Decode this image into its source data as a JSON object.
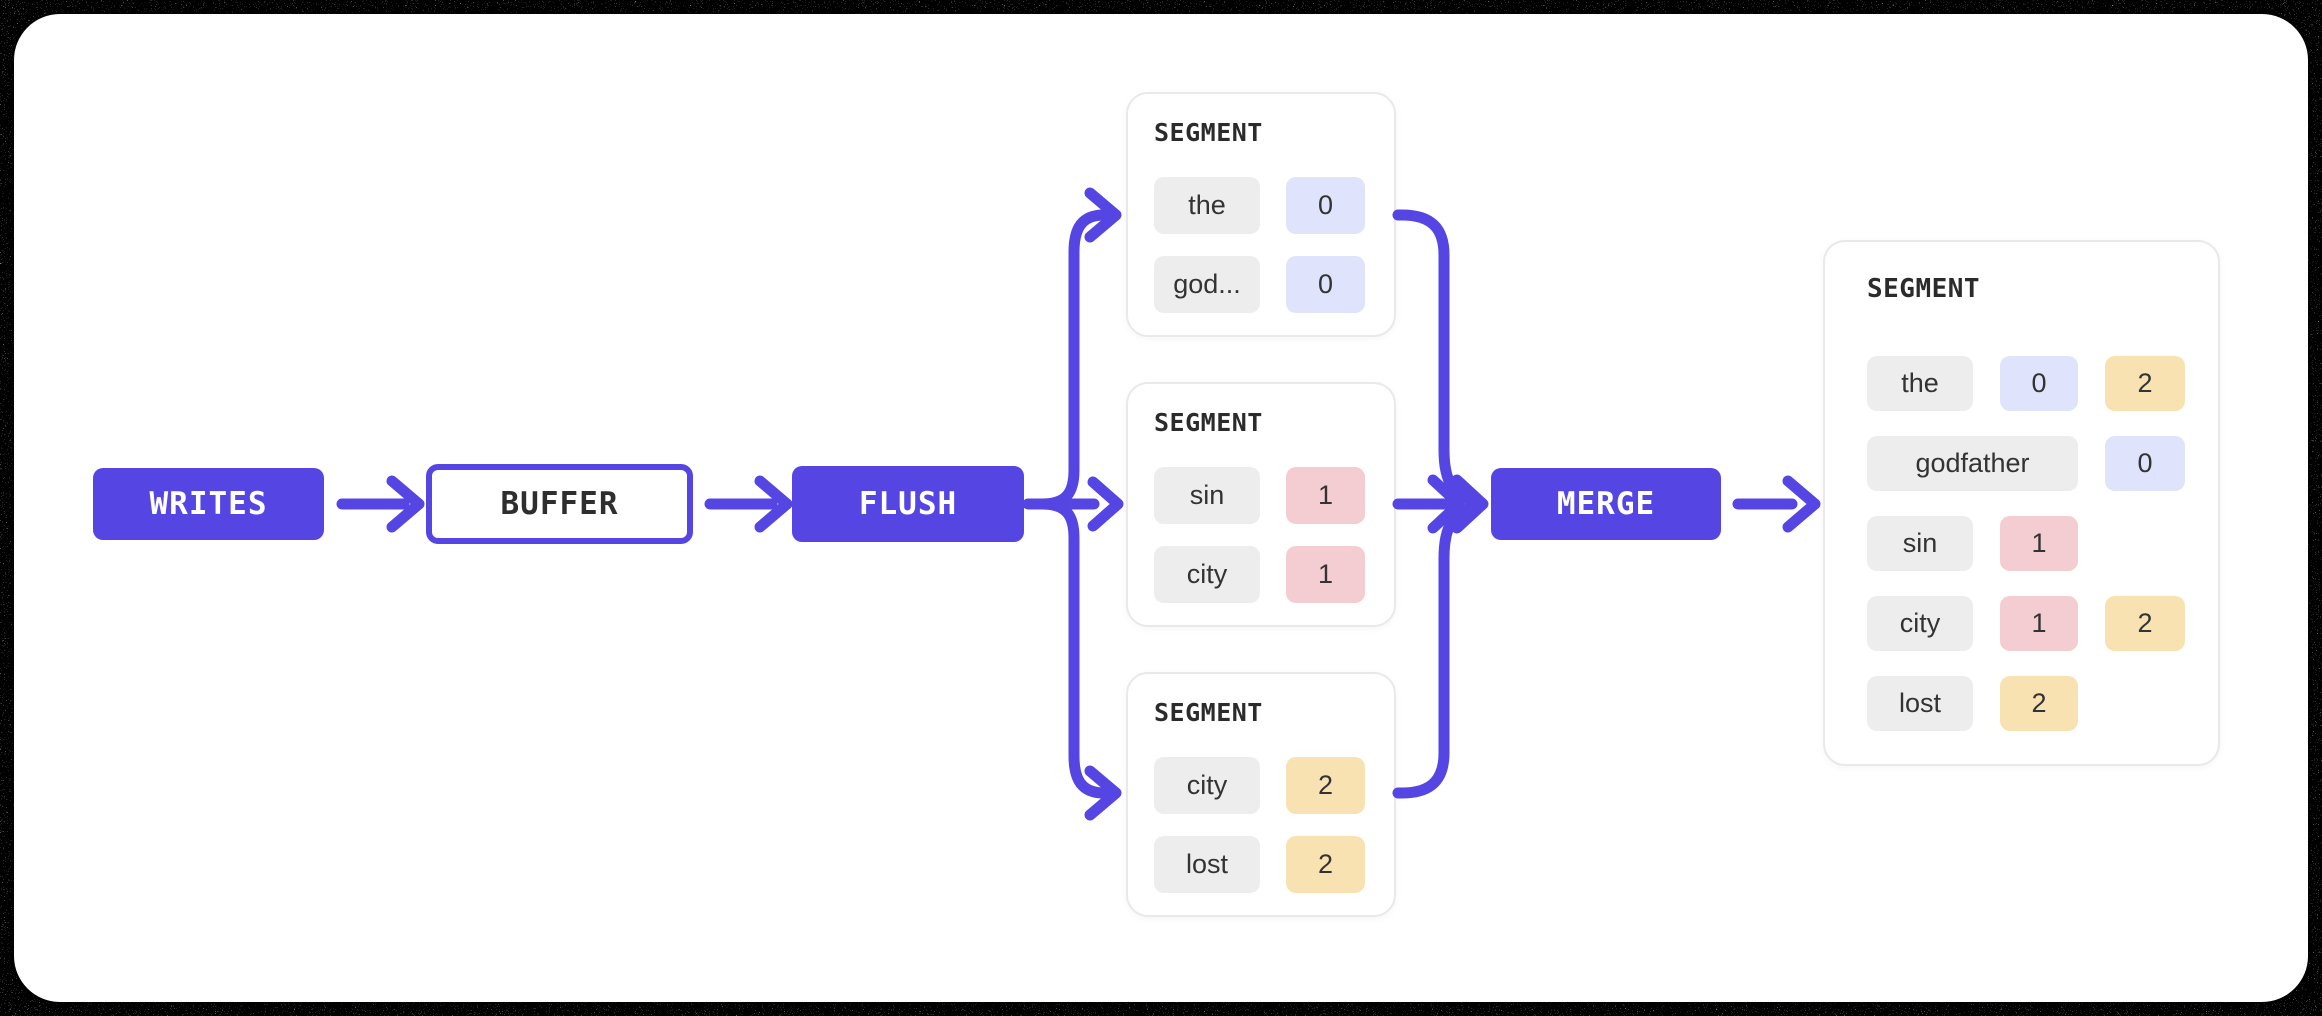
{
  "flow": {
    "writes_label": "WRITES",
    "buffer_label": "BUFFER",
    "flush_label": "FLUSH",
    "merge_label": "MERGE"
  },
  "segments": [
    {
      "title": "SEGMENT",
      "rows": [
        {
          "term": "the",
          "badges": [
            {
              "value": "0",
              "color": "blue"
            }
          ]
        },
        {
          "term": "god...",
          "badges": [
            {
              "value": "0",
              "color": "blue"
            }
          ]
        }
      ]
    },
    {
      "title": "SEGMENT",
      "rows": [
        {
          "term": "sin",
          "badges": [
            {
              "value": "1",
              "color": "pink"
            }
          ]
        },
        {
          "term": "city",
          "badges": [
            {
              "value": "1",
              "color": "pink"
            }
          ]
        }
      ]
    },
    {
      "title": "SEGMENT",
      "rows": [
        {
          "term": "city",
          "badges": [
            {
              "value": "2",
              "color": "yellow"
            }
          ]
        },
        {
          "term": "lost",
          "badges": [
            {
              "value": "2",
              "color": "yellow"
            }
          ]
        }
      ]
    }
  ],
  "merged_segment": {
    "title": "SEGMENT",
    "rows": [
      {
        "term": "the",
        "wide": false,
        "badges": [
          {
            "value": "0",
            "color": "blue"
          },
          {
            "value": "2",
            "color": "yellow"
          }
        ]
      },
      {
        "term": "godfather",
        "wide": true,
        "badges": [
          {
            "value": "0",
            "color": "blue"
          }
        ]
      },
      {
        "term": "sin",
        "wide": false,
        "badges": [
          {
            "value": "1",
            "color": "pink"
          }
        ]
      },
      {
        "term": "city",
        "wide": false,
        "badges": [
          {
            "value": "1",
            "color": "pink"
          },
          {
            "value": "2",
            "color": "yellow"
          }
        ]
      },
      {
        "term": "lost",
        "wide": false,
        "badges": [
          {
            "value": "2",
            "color": "yellow"
          }
        ]
      }
    ]
  },
  "colors": {
    "accent": "#5546e4",
    "badge_blue": "#dfe3fb",
    "badge_pink": "#f4cdd2",
    "badge_yellow": "#f8e2b2",
    "term_gray": "#ededed",
    "panel_bg": "#ffffff",
    "card_border": "#e9e9ec"
  }
}
